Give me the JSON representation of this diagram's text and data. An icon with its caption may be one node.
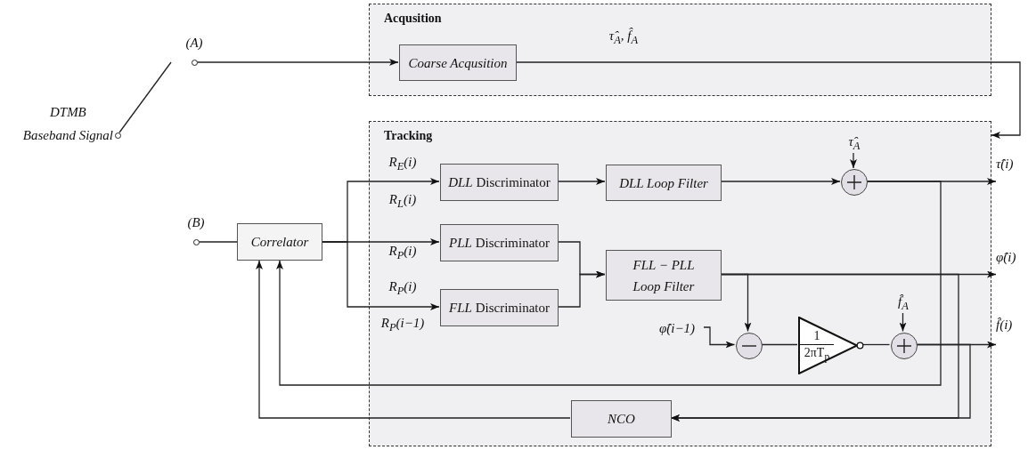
{
  "diagram": {
    "nodes": [
      {
        "text": [
          "Acqusition"
        ]
      },
      {
        "text": [
          "Coarse Acqusition"
        ],
        "in": 0
      },
      {
        "text": [
          "Tracking"
        ]
      },
      {
        "text": [
          "*DLL* Discriminator"
        ],
        "in": 2
      },
      {
        "text": [
          "DLL Loop Filter"
        ],
        "in": 2
      },
      {
        "text": [],
        "shape": "circle",
        "in": 2
      },
      {
        "text": [
          "*PLL* Discriminator"
        ],
        "in": 2
      },
      {
        "text": [
          "*FLL* Discriminator"
        ],
        "in": 2
      },
      {
        "text": [
          "FLL − PLL Loop Filter"
        ],
        "in": 2
      },
      {
        "text": [],
        "shape": "circle",
        "in": 2
      },
      {
        "text": [
          "1",
          "2πT$_{p}$"
        ],
        "in": 2
      },
      {
        "text": [],
        "shape": "circle",
        "in": 2
      },
      {
        "text": [
          "NCO"
        ],
        "in": 2
      },
      {
        "text": [
          "Correlator"
        ]
      },
      {
        "text": [
          "(A)"
        ]
      },
      {
        "text": [
          "(B)"
        ]
      },
      {
        "text": [
          "DTMB",
          "Baseband Signal"
        ]
      },
      {
        "text": [
          "τ̂(i)"
        ]
      },
      {
        "text": [
          "φ̂(i)"
        ]
      },
      {
        "text": [
          "f̂(i)"
        ]
      },
      {
        "text": [
          "τ̂$_{A}$"
        ],
        "in": 2
      },
      {
        "text": [
          "φ̂(i−1)"
        ],
        "in": 2
      },
      {
        "text": [
          "f̂$_{A}$"
        ],
        "in": 2
      }
    ],
    "edges": [
      {
        "from": 16,
        "to": 14,
        "arrow": "none"
      },
      {
        "from": 14,
        "to": 1,
        "arrow": "to"
      },
      {
        "from": 1,
        "to": 2,
        "arrow": "to",
        "label": "τ̂$_{A}$, f̂$_{A}$"
      },
      {
        "from": 15,
        "to": 13,
        "arrow": "none"
      },
      {
        "from": 13,
        "to": 3,
        "arrow": "to"
      },
      {
        "from": 13,
        "to": 6,
        "arrow": "to"
      },
      {
        "from": 13,
        "to": 7,
        "arrow": "to"
      },
      {
        "from": 3,
        "to": 4,
        "arrow": "to"
      },
      {
        "from": 4,
        "to": 5,
        "arrow": "to"
      },
      {
        "from": 20,
        "to": 5,
        "arrow": "to"
      },
      {
        "from": 5,
        "to": 17,
        "arrow": "to"
      },
      {
        "from": 6,
        "to": 8,
        "arrow": "to"
      },
      {
        "from": 7,
        "to": 8,
        "arrow": "to"
      },
      {
        "from": 8,
        "to": 18,
        "arrow": "to"
      },
      {
        "from": 8,
        "to": 9,
        "arrow": "to"
      },
      {
        "from": 21,
        "to": 9,
        "arrow": "to"
      },
      {
        "from": 9,
        "to": 10,
        "arrow": "none"
      },
      {
        "from": 10,
        "to": 11,
        "arrow": "none"
      },
      {
        "from": 22,
        "to": 11,
        "arrow": "to"
      },
      {
        "from": 11,
        "to": 19,
        "arrow": "to"
      },
      {
        "from": 5,
        "to": 13,
        "arrow": "to"
      },
      {
        "from": 8,
        "to": 12,
        "arrow": "to"
      },
      {
        "from": 11,
        "to": 12,
        "arrow": "to"
      },
      {
        "from": 12,
        "to": 13,
        "arrow": "to"
      }
    ],
    "labels": [
      "R$_{E}$(i)",
      "R$_{L}$(i)",
      "R$_{P}$(i)",
      "R$_{P}$(i)",
      "R$_{P}$(i−1)"
    ]
  }
}
